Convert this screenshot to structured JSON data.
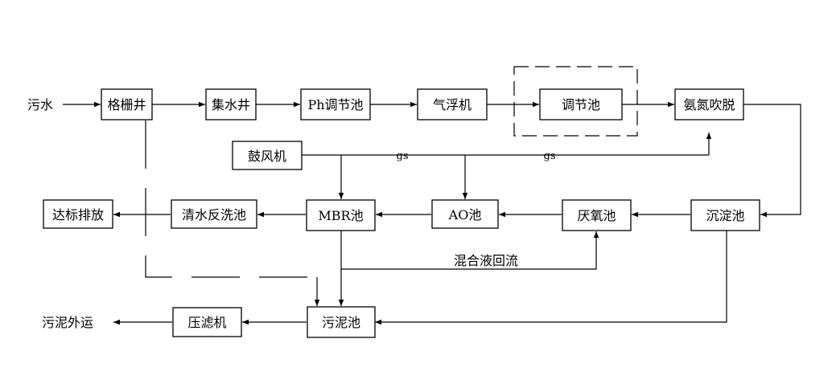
{
  "nodes": {
    "wastewater": "污水",
    "grille_well": "格栅井",
    "collection_well": "集水井",
    "ph_tank": "Ph调节池",
    "air_flotation": "气浮机",
    "equalization_tank": "调节池",
    "ammonia_stripping": "氨氮吹脱",
    "blower": "鼓风机",
    "discharge": "达标排放",
    "backwash_tank": "清水反洗池",
    "mbr_tank": "MBR池",
    "ao_tank": "AO池",
    "anoxic_tank": "厌氧池",
    "settling_tank": "沉淀池",
    "sludge_disposal": "污泥外运",
    "filter_press": "压滤机",
    "sludge_tank": "污泥池"
  },
  "labels": {
    "gas_1": "gs",
    "gas_2": "gs",
    "mixed_liquor_return": "混合液回流"
  }
}
